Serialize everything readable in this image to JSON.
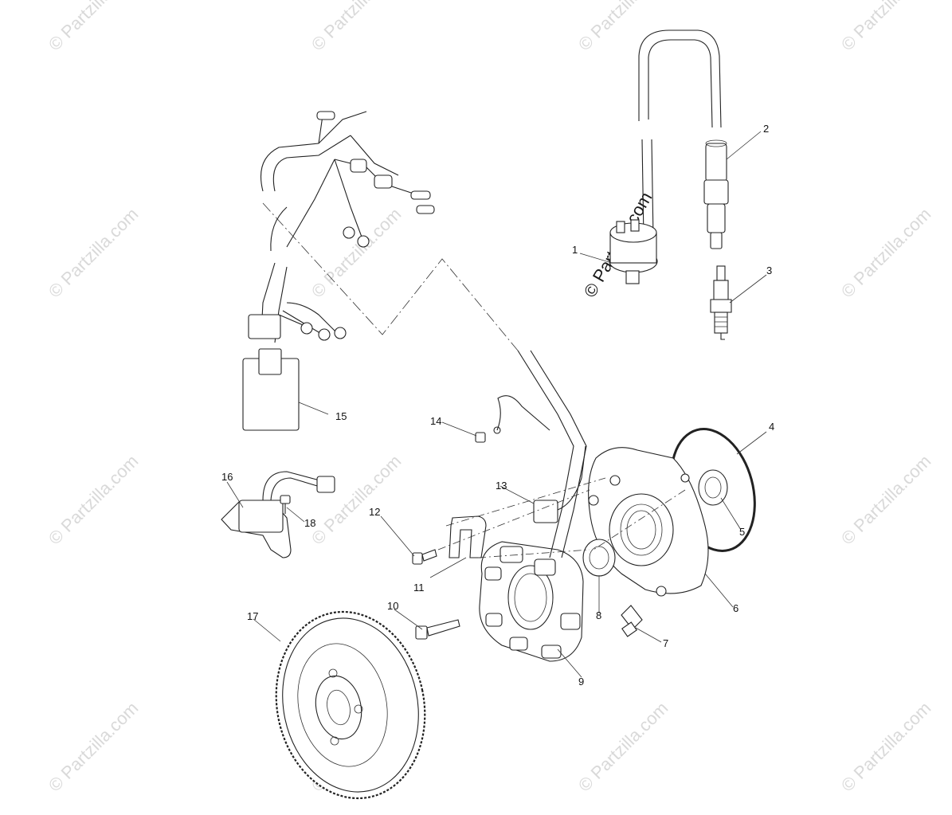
{
  "watermark": {
    "text": "© Partzilla.com",
    "center_text": "© Partzilla.com"
  },
  "callouts": [
    {
      "num": "1"
    },
    {
      "num": "2"
    },
    {
      "num": "3"
    },
    {
      "num": "4"
    },
    {
      "num": "5"
    },
    {
      "num": "6"
    },
    {
      "num": "7"
    },
    {
      "num": "8"
    },
    {
      "num": "9"
    },
    {
      "num": "10"
    },
    {
      "num": "11"
    },
    {
      "num": "12"
    },
    {
      "num": "13"
    },
    {
      "num": "14"
    },
    {
      "num": "15"
    },
    {
      "num": "16"
    },
    {
      "num": "17"
    },
    {
      "num": "18"
    }
  ]
}
